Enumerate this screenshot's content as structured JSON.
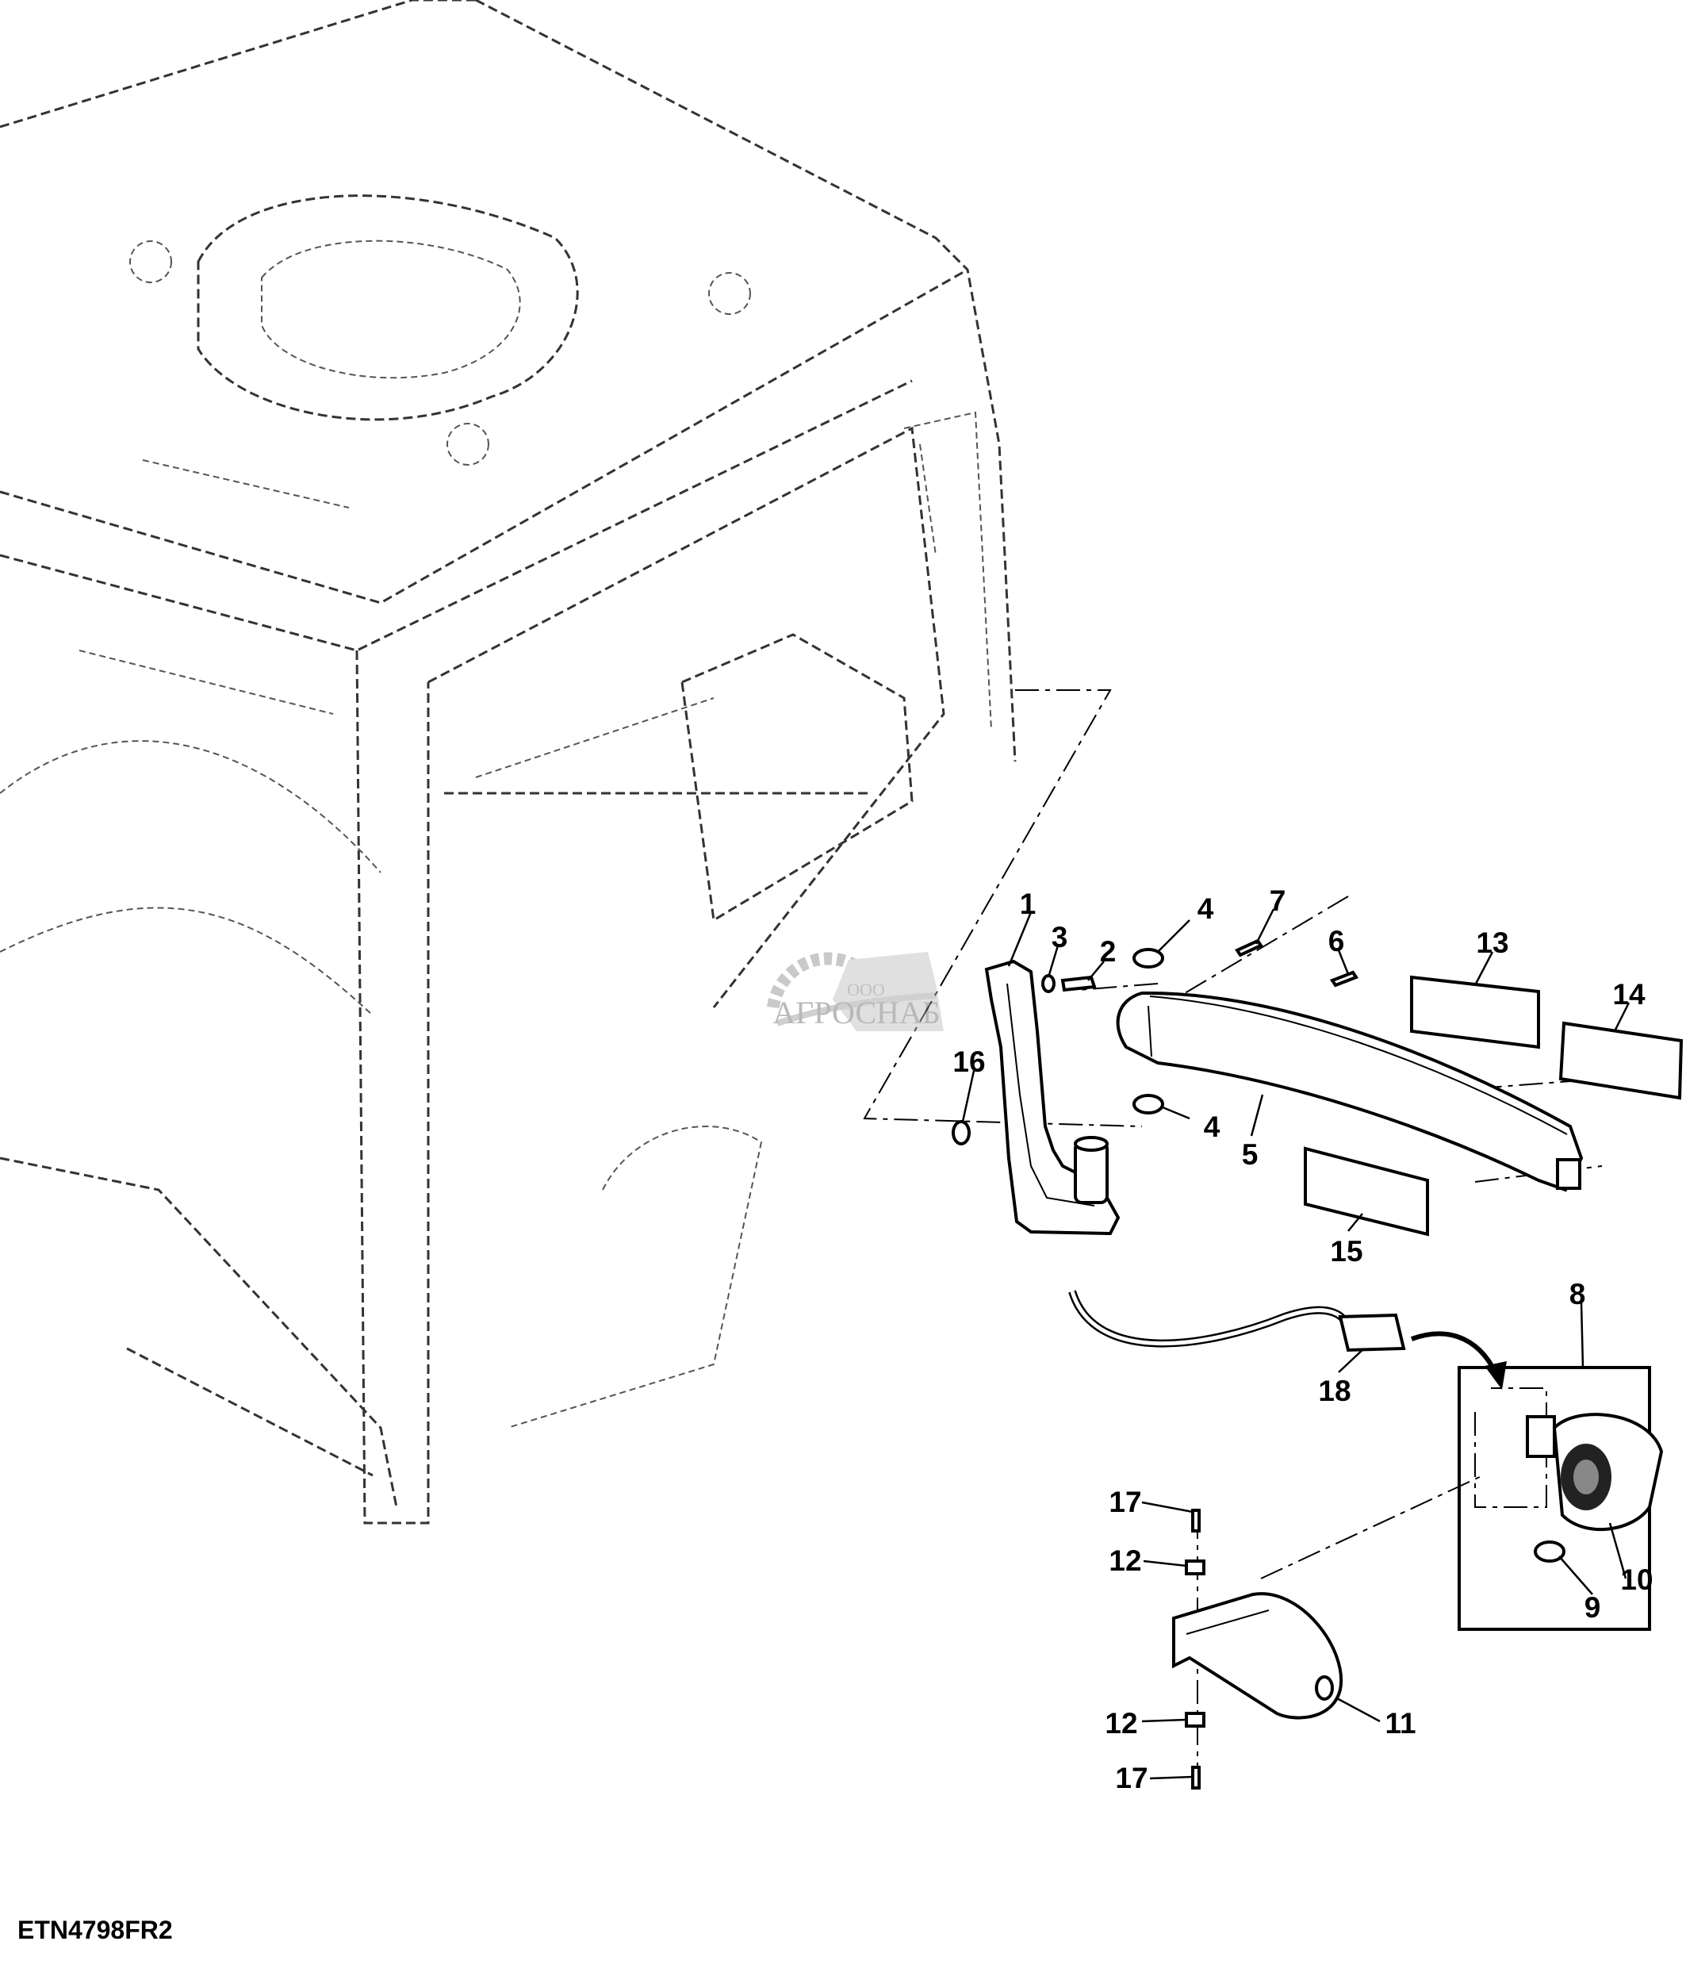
{
  "figure": {
    "id": "ETN4798FR2",
    "watermark": {
      "prefix": "ООО",
      "name": "АГРОСНАБ"
    }
  },
  "callouts": {
    "c1": "1",
    "c2": "2",
    "c3": "3",
    "c4a": "4",
    "c4b": "4",
    "c5": "5",
    "c6": "6",
    "c7": "7",
    "c8": "8",
    "c9": "9",
    "c10": "10",
    "c11": "11",
    "c12a": "12",
    "c12b": "12",
    "c13": "13",
    "c14": "14",
    "c15": "15",
    "c16": "16",
    "c17a": "17",
    "c17b": "17",
    "c18": "18"
  }
}
